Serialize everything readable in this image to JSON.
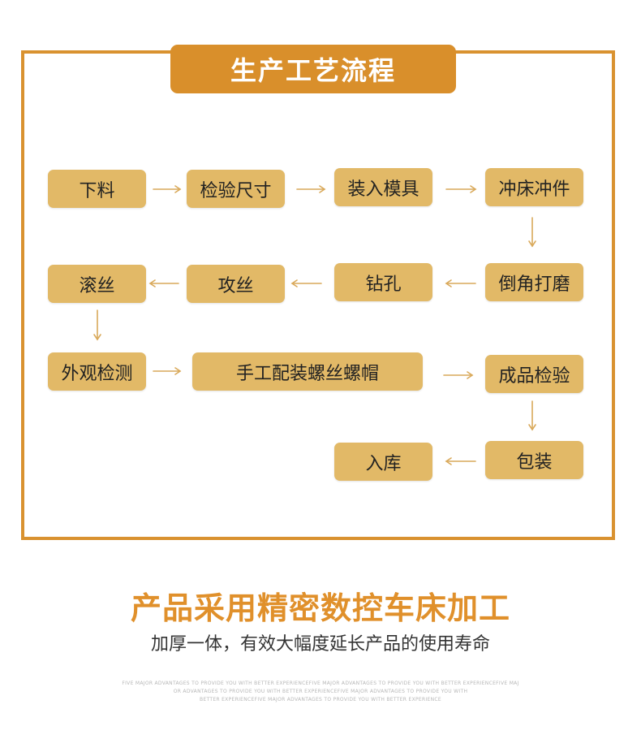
{
  "header": {
    "title": "生产工艺流程"
  },
  "steps": {
    "s1": "下料",
    "s2": "检验尺寸",
    "s3": "装入模具",
    "s4": "冲床冲件",
    "s5": "倒角打磨",
    "s6": "钻孔",
    "s7": "攻丝",
    "s8": "滚丝",
    "s9": "外观检测",
    "s10": "手工配装螺丝螺帽",
    "s11": "成品检验",
    "s12": "包装",
    "s13": "入库"
  },
  "footer": {
    "headline": "产品采用精密数控车床加工",
    "subline": "加厚一体，有效大幅度延长产品的使用寿命",
    "fine_lines": [
      "FIVE MAJOR ADVANTAGES TO PROVIDE YOU WITH BETTER EXPERIENCEFIVE MAJOR ADVANTAGES TO PROVIDE YOU WITH BETTER EXPERIENCEFIVE MAJ",
      "OR ADVANTAGES TO PROVIDE YOU WITH BETTER EXPERIENCEFIVE MAJOR ADVANTAGES TO PROVIDE YOU WITH",
      "BETTER EXPERIENCEFIVE MAJOR ADVANTAGES TO PROVIDE YOU WITH BETTER EXPERIENCE"
    ]
  },
  "colors": {
    "frame": "#D99230",
    "tab": "#D98F2B",
    "step": "#E2B967",
    "arrow": "#D9A95A",
    "headline": "#E0902B"
  }
}
